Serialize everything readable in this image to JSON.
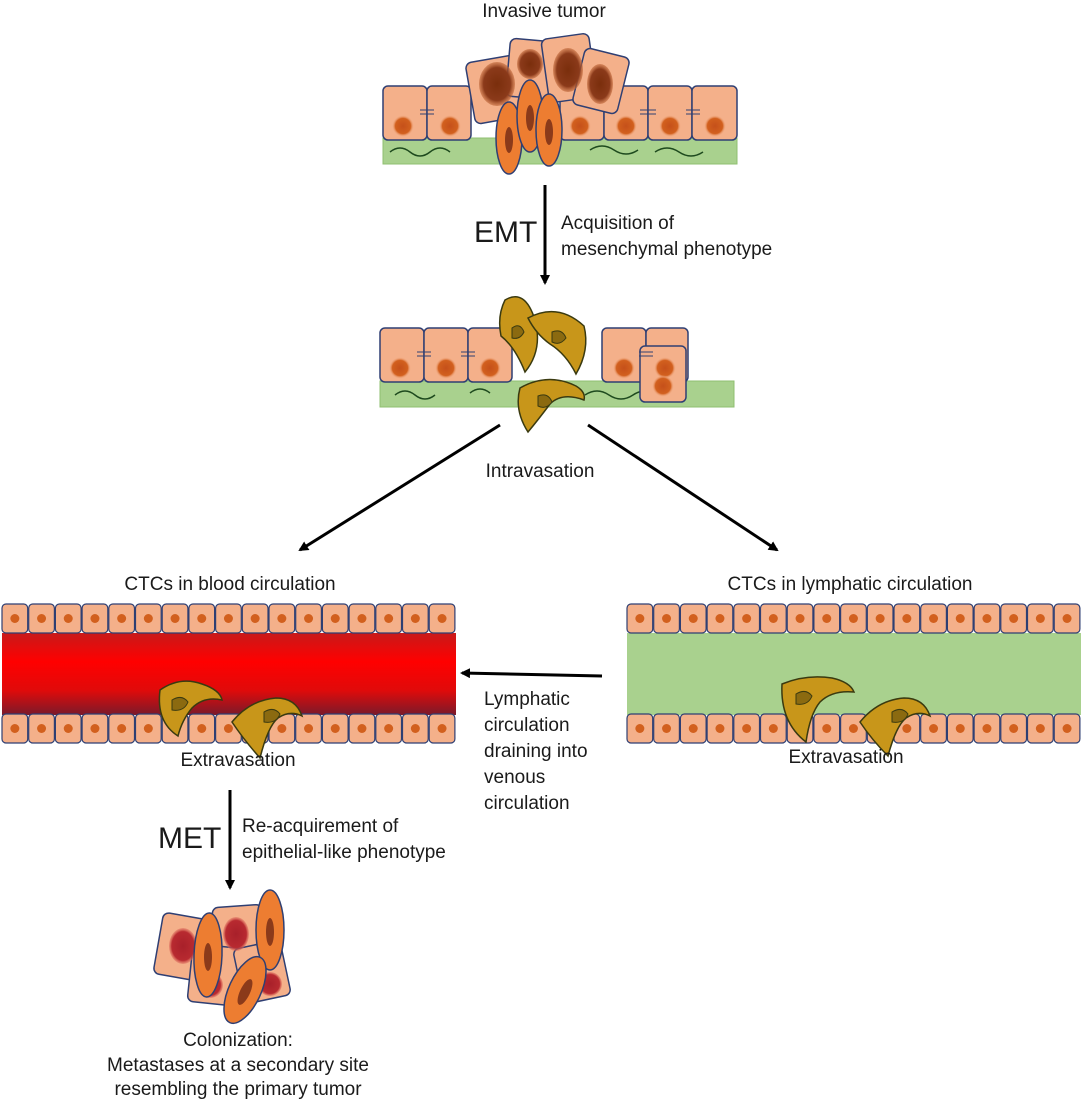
{
  "labels": {
    "invasive_tumor": "Invasive tumor",
    "emt": "EMT",
    "emt_desc_line1": "Acquisition of",
    "emt_desc_line2": "mesenchymal phenotype",
    "intravasation": "Intravasation",
    "blood_title": "CTCs in blood circulation",
    "lymph_title": "CTCs in lymphatic circulation",
    "extravasation_blood": "Extravasation",
    "extravasation_lymph": "Extravasation",
    "lymph_drain": [
      "Lymphatic",
      "circulation",
      "draining into",
      "venous",
      "circulation"
    ],
    "met": "MET",
    "met_desc_line1": "Re-acquirement of",
    "met_desc_line2": "epithelial-like phenotype",
    "colonization": [
      "Colonization:",
      "Metastases at a secondary site",
      "resembling the primary tumor"
    ]
  },
  "colors": {
    "epithelial_cell": "#f4b08a",
    "cell_border": "#2f3f73",
    "nucleus": "#d2601e",
    "basement_membrane": "#a9d18e",
    "fiber": "#1e4a1e",
    "mesenchymal_cell": "#c8961a",
    "blood_red": "#ff0000",
    "blood_dark": "#8b1a1a",
    "lymph_green": "#a9d18e",
    "spindle_cell": "#ed7d31",
    "dark_nucleus": "#8b3a1a",
    "arrow": "#000000"
  }
}
